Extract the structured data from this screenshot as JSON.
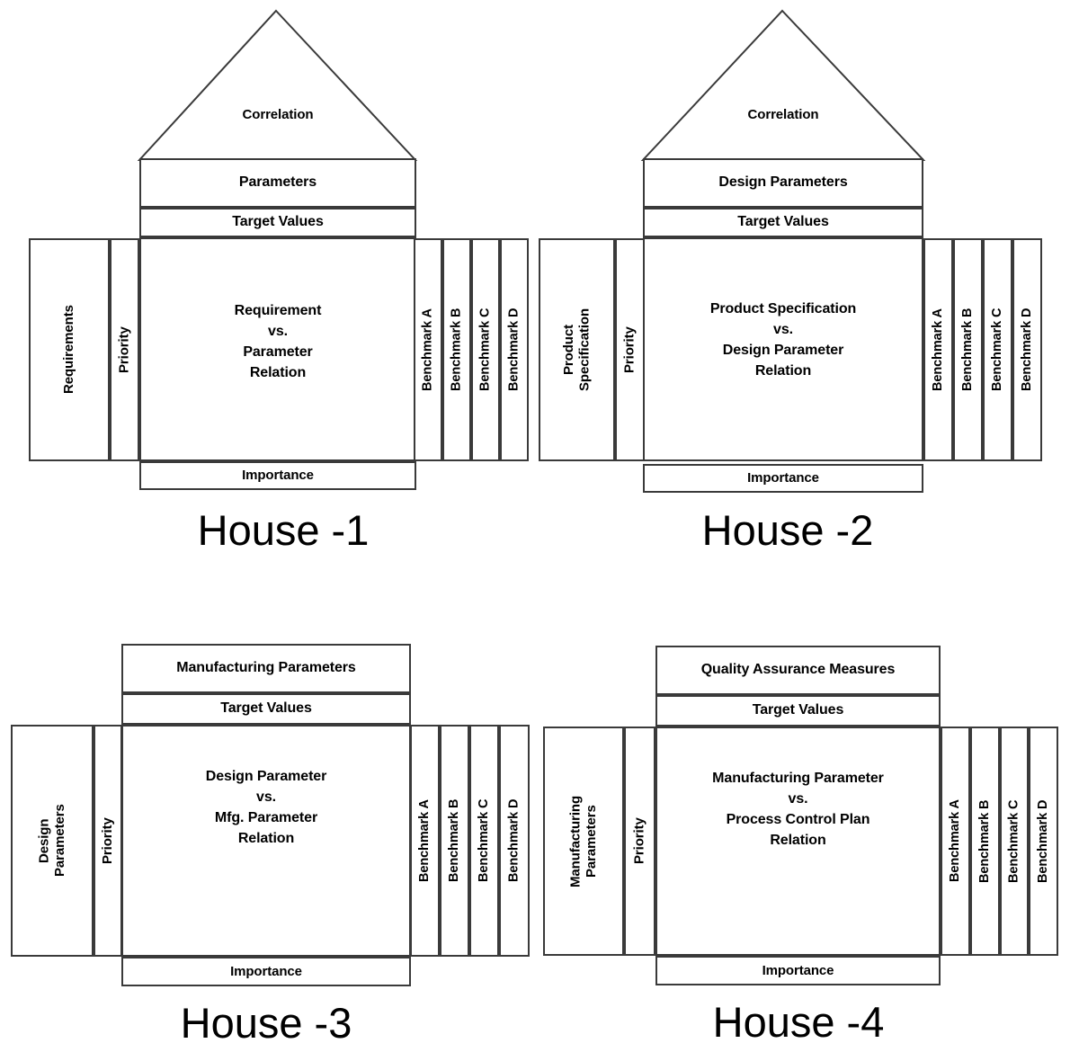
{
  "diagram": {
    "title_visible": false,
    "type": "qfd-four-phase-house-of-quality",
    "shared": {
      "target_values_label": "Target Values",
      "importance_label": "Importance",
      "priority_label": "Priority",
      "correlation_label": "Correlation",
      "vs_label": "vs.",
      "benchmarks": [
        "Benchmark A",
        "Benchmark B",
        "Benchmark C",
        "Benchmark D"
      ]
    },
    "colors": {
      "line": "#3a3a3a",
      "text": "#000000",
      "background": "#ffffff"
    },
    "houses": [
      {
        "id": "house-1",
        "title": "House -1",
        "has_roof": true,
        "roof_label": "Correlation",
        "top_header": "Parameters",
        "target_values": "Target Values",
        "left_column": "Requirements",
        "priority_column": "Priority",
        "body_line_1": "Requirement",
        "body_line_2": "vs.",
        "body_line_3": "Parameter",
        "body_line_4": "Relation",
        "importance": "Importance",
        "benchmarks": [
          "Benchmark A",
          "Benchmark B",
          "Benchmark C",
          "Benchmark D"
        ]
      },
      {
        "id": "house-2",
        "title": "House -2",
        "has_roof": true,
        "roof_label": "Correlation",
        "top_header": "Design Parameters",
        "target_values": "Target Values",
        "left_column": "Product\nSpecification",
        "priority_column": "Priority",
        "body_line_1": "Product Specification",
        "body_line_2": "vs.",
        "body_line_3": "Design Parameter",
        "body_line_4": "Relation",
        "importance": "Importance",
        "benchmarks": [
          "Benchmark A",
          "Benchmark B",
          "Benchmark C",
          "Benchmark D"
        ]
      },
      {
        "id": "house-3",
        "title": "House -3",
        "has_roof": false,
        "roof_label": "",
        "top_header": "Manufacturing Parameters",
        "target_values": "Target Values",
        "left_column": "Design\nParameters",
        "priority_column": "Priority",
        "body_line_1": "Design Parameter",
        "body_line_2": "vs.",
        "body_line_3": "Mfg. Parameter",
        "body_line_4": "Relation",
        "importance": "Importance",
        "benchmarks": [
          "Benchmark A",
          "Benchmark B",
          "Benchmark C",
          "Benchmark D"
        ]
      },
      {
        "id": "house-4",
        "title": "House -4",
        "has_roof": false,
        "roof_label": "",
        "top_header": "Quality Assurance Measures",
        "target_values": "Target Values",
        "left_column": "Manufacturing\nParameters",
        "priority_column": "Priority",
        "body_line_1": "Manufacturing Parameter",
        "body_line_2": "vs.",
        "body_line_3": "Process Control Plan",
        "body_line_4": "Relation",
        "importance": "Importance",
        "benchmarks": [
          "Benchmark A",
          "Benchmark B",
          "Benchmark C",
          "Benchmark D"
        ]
      }
    ]
  }
}
